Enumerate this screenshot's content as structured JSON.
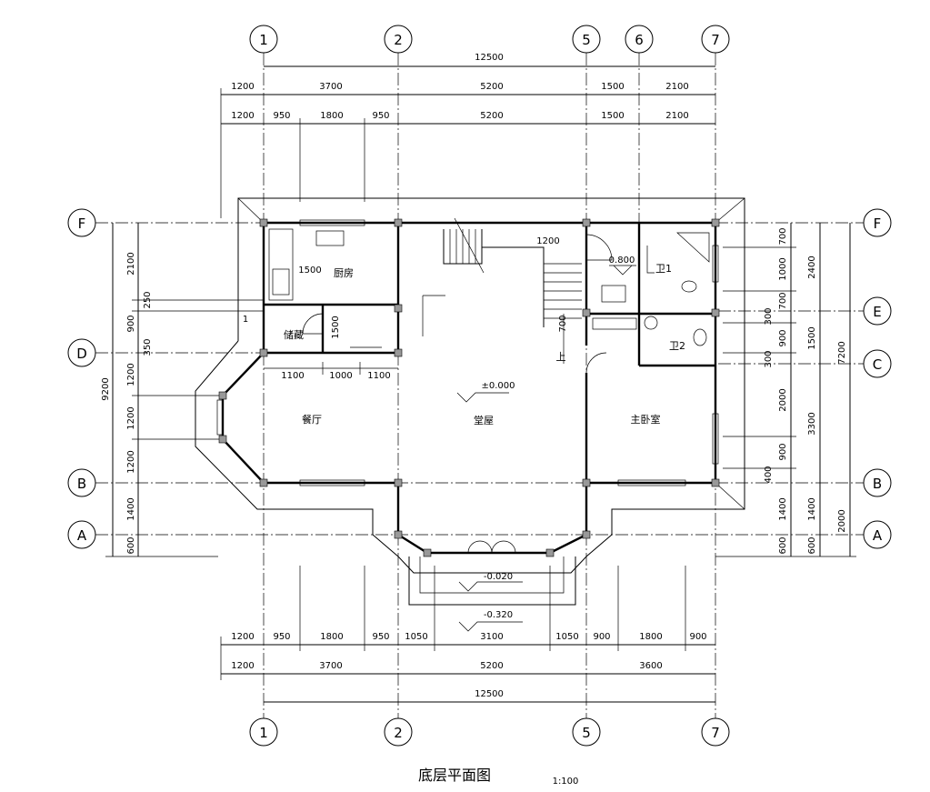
{
  "drawing": {
    "title": "底层平面图",
    "scale": "1:100"
  },
  "axes": {
    "top": [
      "1",
      "2",
      "5",
      "6",
      "7"
    ],
    "bottom": [
      "1",
      "2",
      "5",
      "7"
    ],
    "left": [
      "F",
      "D",
      "B",
      "A"
    ],
    "right": [
      "F",
      "E",
      "C",
      "B",
      "A"
    ]
  },
  "dims": {
    "top_total": "12500",
    "top_row1": [
      "1200",
      "3700",
      "5200",
      "1500",
      "2100"
    ],
    "top_row2": [
      "1200",
      "950",
      "1800",
      "950",
      "5200",
      "1500",
      "2100"
    ],
    "bottom_row1": [
      "1200",
      "950",
      "1800",
      "950",
      "1050",
      "3100",
      "1050",
      "900",
      "1800",
      "900"
    ],
    "bottom_row2": [
      "1200",
      "3700",
      "5200",
      "3600"
    ],
    "bottom_total": "12500",
    "left_inner": [
      "2100",
      "250",
      "900",
      "350",
      "1200",
      "1200",
      "1200",
      "1400",
      "600"
    ],
    "left_outer": "9200",
    "right_inner": [
      "700",
      "1000",
      "700",
      "300",
      "900",
      "300",
      "2000",
      "900",
      "400",
      "1400",
      "600"
    ],
    "right_mid": [
      "2400",
      "1500",
      "3300",
      "1400",
      "600"
    ],
    "right_outer": [
      "7200",
      "2000"
    ],
    "inner_row": [
      "1100",
      "1000",
      "1100"
    ],
    "kitchen_w": "1500",
    "storage_h": "1500",
    "stair_w": "1200",
    "stair_h": "700",
    "stair_1": "1"
  },
  "rooms": {
    "kitchen": "厨房",
    "storage": "储藏",
    "dining": "餐厅",
    "hall": "堂屋",
    "master": "主卧室",
    "wc1": "卫1",
    "wc2": "卫2",
    "up": "上"
  },
  "levels": {
    "main": "±0.000",
    "wc": "0.800",
    "porch": "-0.020",
    "step": "-0.320"
  }
}
